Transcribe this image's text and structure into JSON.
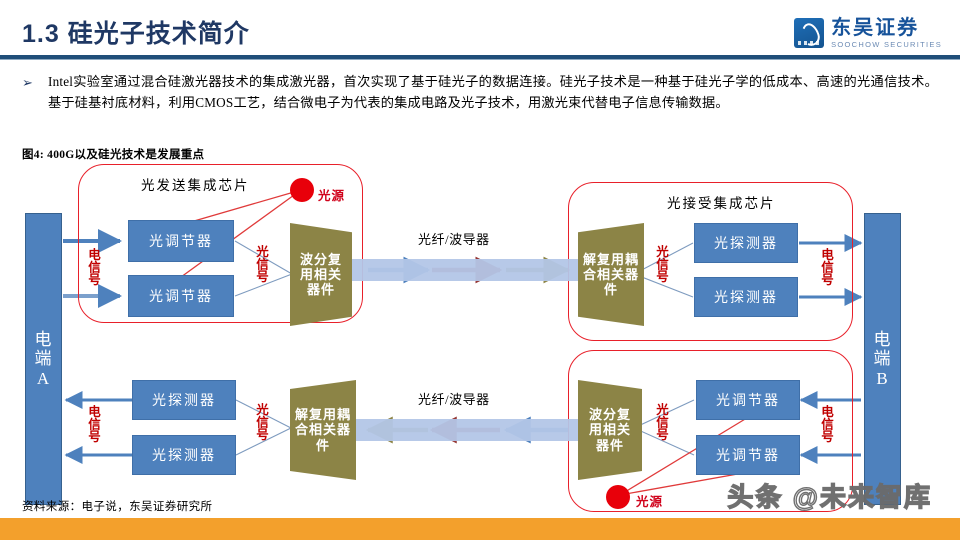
{
  "header": {
    "title": "1.3 硅光子技术简介",
    "logo_cn": "东吴证券",
    "logo_en": "SOOCHOW SECURITIES",
    "accent_color": "#1F4E79",
    "title_color": "#1F3864"
  },
  "bullet": {
    "marker": "➢",
    "text": "Intel实验室通过混合硅激光器技术的集成激光器，首次实现了基于硅光子的数据连接。硅光子技术是一种基于硅光子学的低成本、高速的光通信技术。基于硅基衬底材料，利用CMOS工艺，结合微电子为代表的集成电路及光子技术，用激光束代替电子信息传输数据。"
  },
  "figure": {
    "caption": "图4: 400G以及硅光技术是发展重点",
    "chip_tx_label": "光发送集成芯片",
    "chip_rx_label": "光接受集成芯片",
    "terminal_a": "电端A",
    "terminal_a_line1": "电",
    "terminal_a_line2": "端",
    "terminal_a_line3": "A",
    "terminal_b_line1": "电",
    "terminal_b_line2": "端",
    "terminal_b_line3": "B",
    "modulator": "光调节器",
    "detector": "光探测器",
    "wdm_mux": "波分复用相关器件",
    "wdm_demux": "解复用耦合相关器件",
    "light_source": "光源",
    "electrical_signal": "电信号",
    "optical_signal": "光信号",
    "fiber_label": "光纤/波导器",
    "colors": {
      "chip_frame": "#E8202A",
      "blue_box": "#4E81BD",
      "trapezoid": "#8C8446",
      "fiber_bar": "#B3C6E7",
      "arrow_blue": "#4E81BD",
      "arrow_dark_red": "#943634",
      "arrow_olive": "#8C8446",
      "red_label": "#C00000",
      "lamp": "#E8000A"
    }
  },
  "footer": {
    "source": "资料来源：电子说，东吴证券研究所",
    "watermark": "头条 @未来智库",
    "bar_color": "#F3A02C"
  }
}
